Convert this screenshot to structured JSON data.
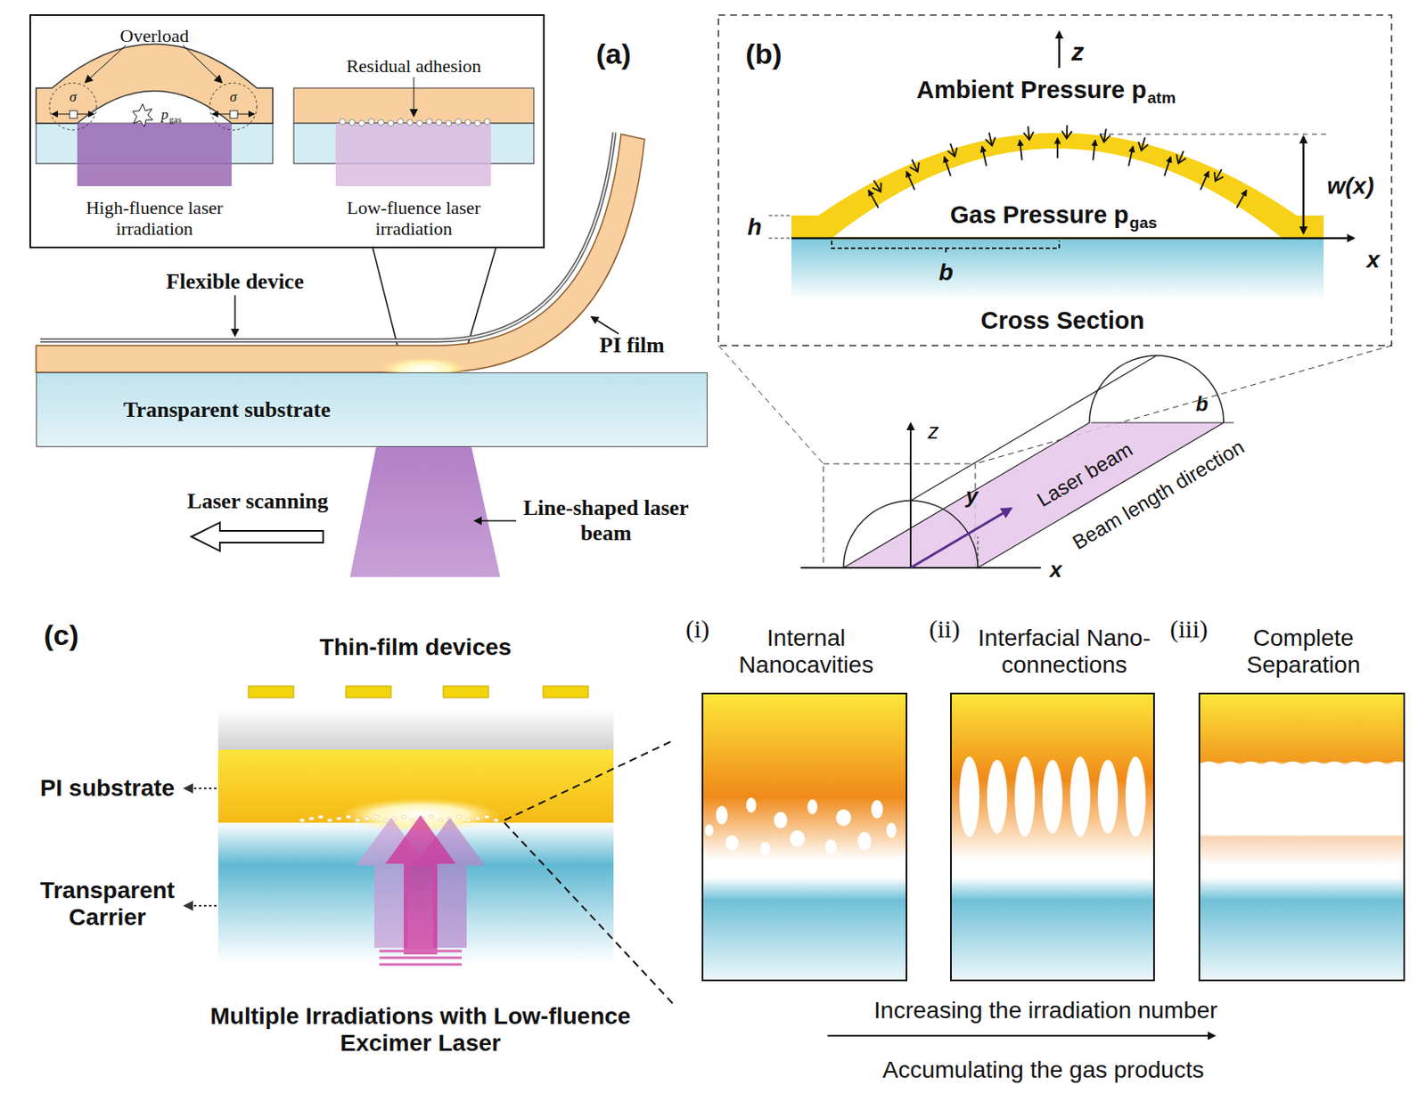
{
  "diagram": {
    "nodes": [
      {
        "text": [
          "Transparent substrate"
        ]
      },
      {
        "text": [
          "(i)",
          "Internal Nanocavities"
        ]
      },
      {
        "text": [
          "(ii)",
          "Interfacial Nano-connections"
        ]
      },
      {
        "text": [
          "(iii)",
          "Complete Separation"
        ]
      }
    ],
    "labels": [
      "(a)",
      "Overload",
      "σ",
      "σ",
      "p",
      "gas",
      "Residual adhesion",
      "High-fluence laser irradiation",
      "Low-fluence laser irradiation",
      "Flexible device",
      "PI film",
      "Laser scanning",
      "Line-shaped laser beam",
      "(b)",
      "z",
      "Ambient Pressure p",
      "atm",
      "h",
      "Gas Pressure p",
      "gas",
      "w(x)",
      "x",
      "b",
      "Cross Section",
      "z",
      "y",
      "Laser beam",
      "Beam length direction",
      "b",
      "x",
      "(c)",
      "Thin-film devices",
      "PI substrate",
      "Transparent Carrier",
      "Multiple Irradiations with Low-fluence Excimer Laser",
      "Increasing the irradiation number",
      "Accumulating the gas products"
    ]
  }
}
